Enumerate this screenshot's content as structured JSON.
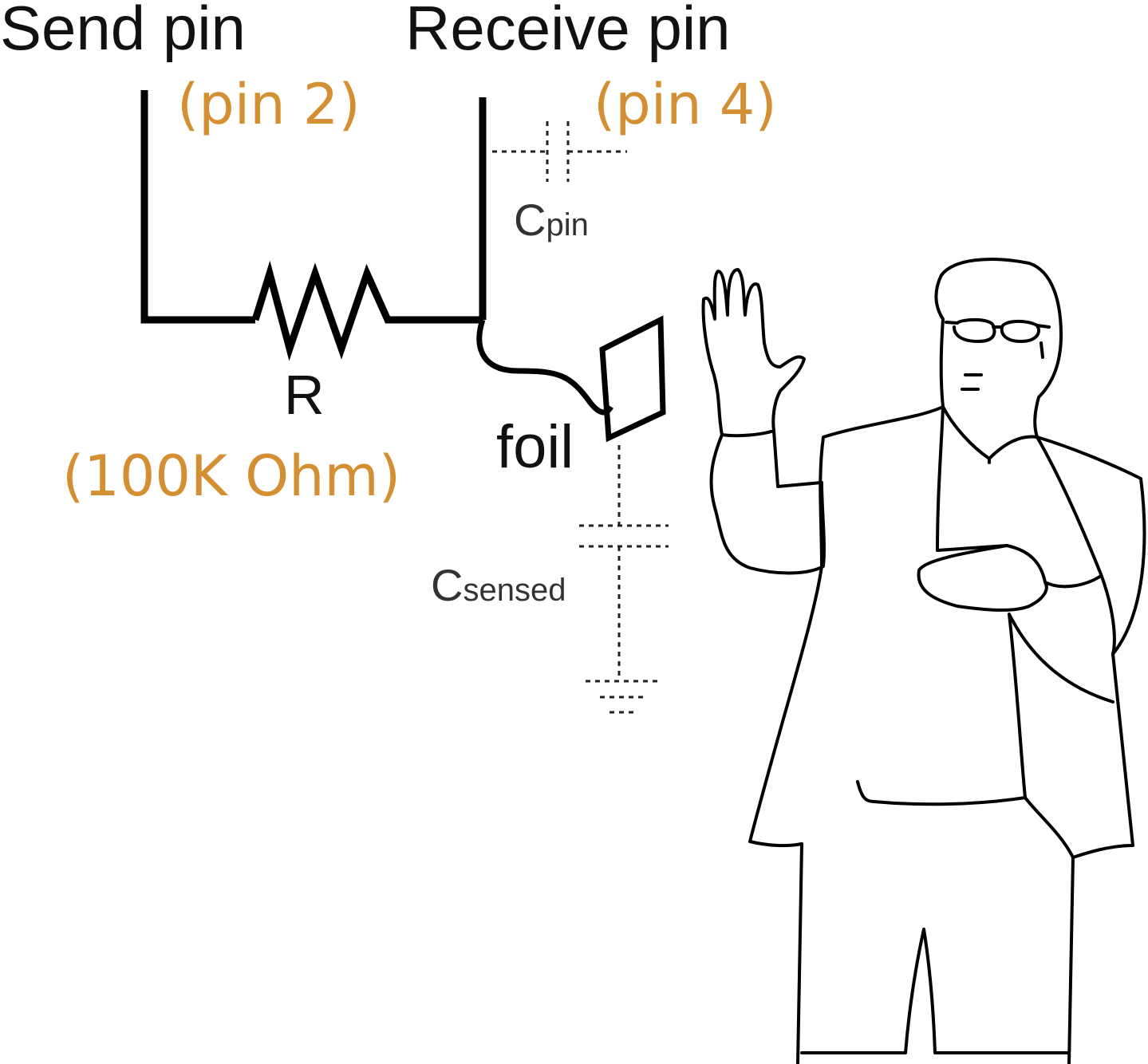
{
  "labels": {
    "send_pin": "Send pin",
    "receive_pin": "Receive pin",
    "send_pin_number": "(pin 2)",
    "receive_pin_number": "(pin 4)",
    "resistor": "R",
    "resistor_value": "(100K Ohm)",
    "foil": "foil",
    "cpin_main": "C",
    "cpin_sub": "pin",
    "csensed_main": "C",
    "csensed_sub": "sensed"
  },
  "colors": {
    "accent": "#d38f32",
    "line": "#000000",
    "dashed": "#222222"
  }
}
